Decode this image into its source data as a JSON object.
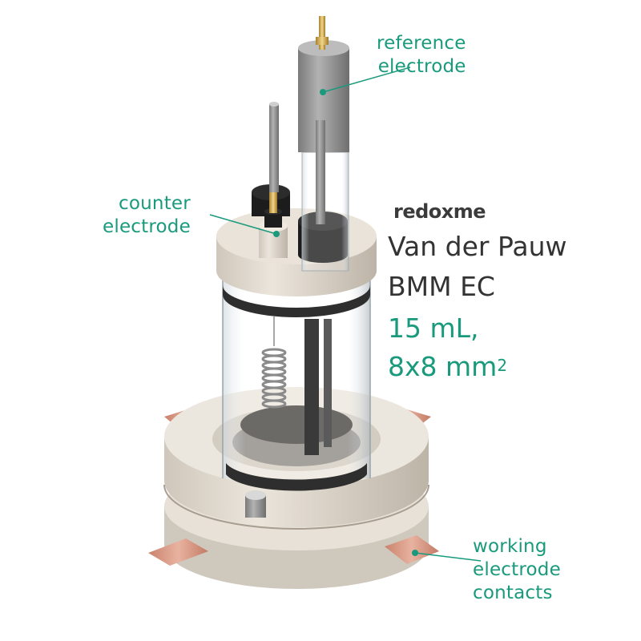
{
  "labels": {
    "reference": [
      "reference",
      "electrode"
    ],
    "counter": [
      "counter",
      "electrode"
    ],
    "working": [
      "working",
      "electrode",
      "contacts"
    ]
  },
  "brand": "redoxme",
  "title": {
    "line1": "Van der Pauw",
    "line2": "BMM EC",
    "line3": "15 mL,",
    "line4_main": "8x8 mm",
    "line4_sup": "2"
  },
  "colors": {
    "accent": "#1a9a7c",
    "text": "#333333",
    "ptfe": "#e2dbd0",
    "copper": "#d99a84",
    "steel": "#8c8c8c"
  }
}
